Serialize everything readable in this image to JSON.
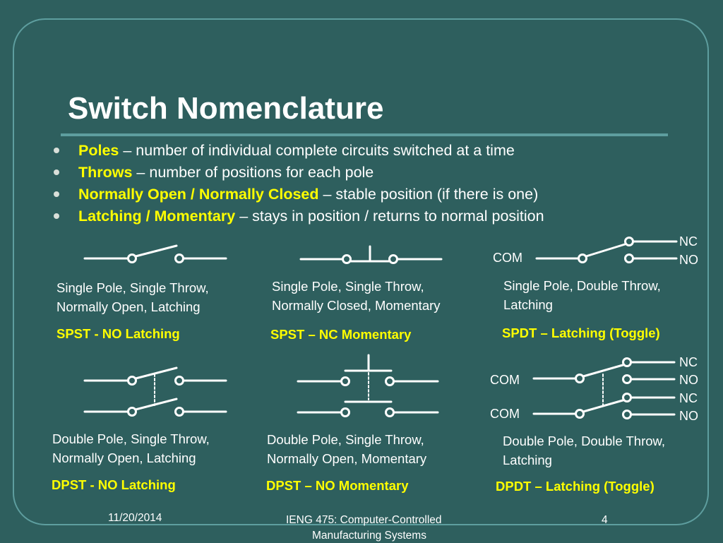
{
  "slide": {
    "title": "Switch Nomenclature",
    "bullets": [
      {
        "term": "Poles",
        "text": " – number of individual complete circuits switched at a time"
      },
      {
        "term": "Throws",
        "text": " – number of positions for each pole"
      },
      {
        "term": "Normally Open",
        "separator": " / ",
        "term2": "Normally Closed",
        "text": " – stable position (if there is one)"
      },
      {
        "term": "Latching",
        "separator": " / ",
        "term2": "Momentary",
        "text": " – stays in position / returns to normal position"
      }
    ],
    "colors": {
      "background": "#2e5f5e",
      "accent": "#5e9e9f",
      "highlight": "#ffff00",
      "text": "#ffffff"
    }
  },
  "switches": {
    "spst_no": {
      "desc1": "Single Pole, Single Throw,",
      "desc2": "Normally Open, Latching",
      "code": "SPST - NO Latching"
    },
    "spst_nc": {
      "desc1": "Single Pole, Single Throw,",
      "desc2": "Normally Closed, Momentary",
      "code": "SPST – NC Momentary"
    },
    "spdt": {
      "desc1": "Single Pole, Double Throw,",
      "desc2": "Latching",
      "code": "SPDT – Latching (Toggle)",
      "com": "COM",
      "nc": "NC",
      "no": "NO"
    },
    "dpst_no": {
      "desc1": "Double Pole, Single Throw,",
      "desc2": "Normally Open, Latching",
      "code": "DPST - NO Latching"
    },
    "dpst_no_mom": {
      "desc1": "Double Pole, Single Throw,",
      "desc2": "Normally Open, Momentary",
      "code": "DPST – NO Momentary"
    },
    "dpdt": {
      "desc1": "Double Pole, Double Throw,",
      "desc2": "Latching",
      "code": "DPDT – Latching (Toggle)",
      "com1": "COM",
      "com2": "COM",
      "nc1": "NC",
      "no1": "NO",
      "nc2": "NC",
      "no2": "NO"
    }
  },
  "footer": {
    "date": "11/20/2014",
    "course_line1": "IENG 475: Computer-Controlled",
    "course_line2": "Manufacturing Systems",
    "page": "4"
  }
}
